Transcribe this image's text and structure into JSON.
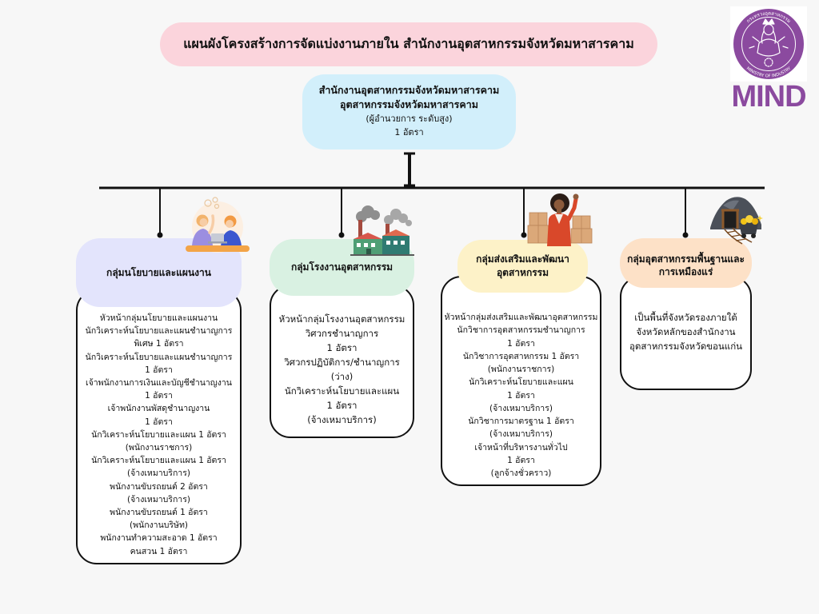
{
  "title": "แผนผังโครงสร้างการจัดแบ่งงานภายใน สำนักงานอุตสาหกรรมจังหวัดมหาสารคาม",
  "logo": {
    "brand": "MIND",
    "seal_text_top": "กระทรวงอุตสาหกรรม",
    "seal_text_bottom": "MINISTRY OF INDUSTRY",
    "icon": "ministry-of-industry-seal-icon",
    "color": "#8b4a9f"
  },
  "head_office": {
    "name": "สำนักงานอุตสาหกรรมจังหวัดมหาสารคาม",
    "position": "อุตสาหกรรมจังหวัดมหาสารคาม",
    "level": "(ผู้อำนวยการ ระดับสูง)",
    "quota": "1 อัตรา",
    "color": "#d2effb"
  },
  "colors": {
    "title_bg": "#fbd4dc",
    "page_bg": "#f7f7f7",
    "border": "#111111"
  },
  "groups": [
    {
      "name_lines": [
        "กลุ่มนโยบายและแผนงาน"
      ],
      "icon": "team-at-laptop-icon",
      "color": "#e3e4fc",
      "staff_lines": [
        "หัวหน้ากลุ่มนโยบายและแผนงาน",
        "นักวิเคราะห์นโยบายและแผนชำนาญการ",
        "พิเศษ 1 อัตรา",
        "นักวิเคราะห์นโยบายและแผนชำนาญการ",
        "1 อัตรา",
        "เจ้าพนักงานการเงินและบัญชีชำนาญงาน",
        "1 อัตรา",
        "เจ้าพนักงานพัสดุชำนาญงาน",
        "1 อัตรา",
        "นักวิเคราะห์นโยบายและแผน 1 อัตรา",
        "(พนักงานราชการ)",
        "นักวิเคราะห์นโยบายและแผน 1 อัตรา",
        "(จ้างเหมาบริการ)",
        "พนักงานขับรถยนต์ 2 อัตรา",
        "(จ้างเหมาบริการ)",
        "พนักงานขับรถยนต์ 1 อัตรา",
        "(พนักงานบริษัท)",
        "พนักงานทำความสะอาด 1 อัตรา",
        "คนสวน 1 อัตรา"
      ]
    },
    {
      "name_lines": [
        "กลุ่มโรงงานอุตสาหกรรม"
      ],
      "icon": "factory-icon",
      "color": "#d9f1e2",
      "staff_lines": [
        "หัวหน้ากลุ่มโรงงานอุตสาหกรรม",
        "วิศวกรชำนาญการ",
        "1 อัตรา",
        "วิศวกรปฏิบัติการ/ชำนาญการ",
        "(ว่าง)",
        "นักวิเคราะห์นโยบายและแผน",
        "1 อัตรา",
        "(จ้างเหมาบริการ)"
      ]
    },
    {
      "name_lines": [
        "กลุ่มส่งเสริมและพัฒนา",
        "อุตสาหกรรม"
      ],
      "icon": "entrepreneur-with-boxes-icon",
      "color": "#fdf2c8",
      "staff_lines": [
        "หัวหน้ากลุ่มส่งเสริมและพัฒนาอุตสาหกรรม",
        "นักวิชาการอุตสาหกรรมชำนาญการ",
        "1 อัตรา",
        "นักวิชาการอุตสาหกรรม 1 อัตรา",
        "(พนักงานราชการ)",
        "นักวิเคราะห์นโยบายและแผน",
        "1 อัตรา",
        "(จ้างเหมาบริการ)",
        "นักวิชาการมาตรฐาน 1 อัตรา",
        "(จ้างเหมาบริการ)",
        "เจ้าหน้าที่บริหารงานทั่วไป",
        "1 อัตรา",
        "(ลูกจ้างชั่วคราว)"
      ]
    },
    {
      "name_lines": [
        "กลุ่มอุตสาหกรรมพื้นฐานและ",
        "การเหมืองแร่"
      ],
      "icon": "mine-cart-icon",
      "color": "#fde1c7",
      "staff_lines": [
        "เป็นพื้นที่จังหวัดรองภายใต้",
        "จังหวัดหลักของสำนักงาน",
        "อุตสาหกรรมจังหวัดขอนแก่น"
      ]
    }
  ]
}
